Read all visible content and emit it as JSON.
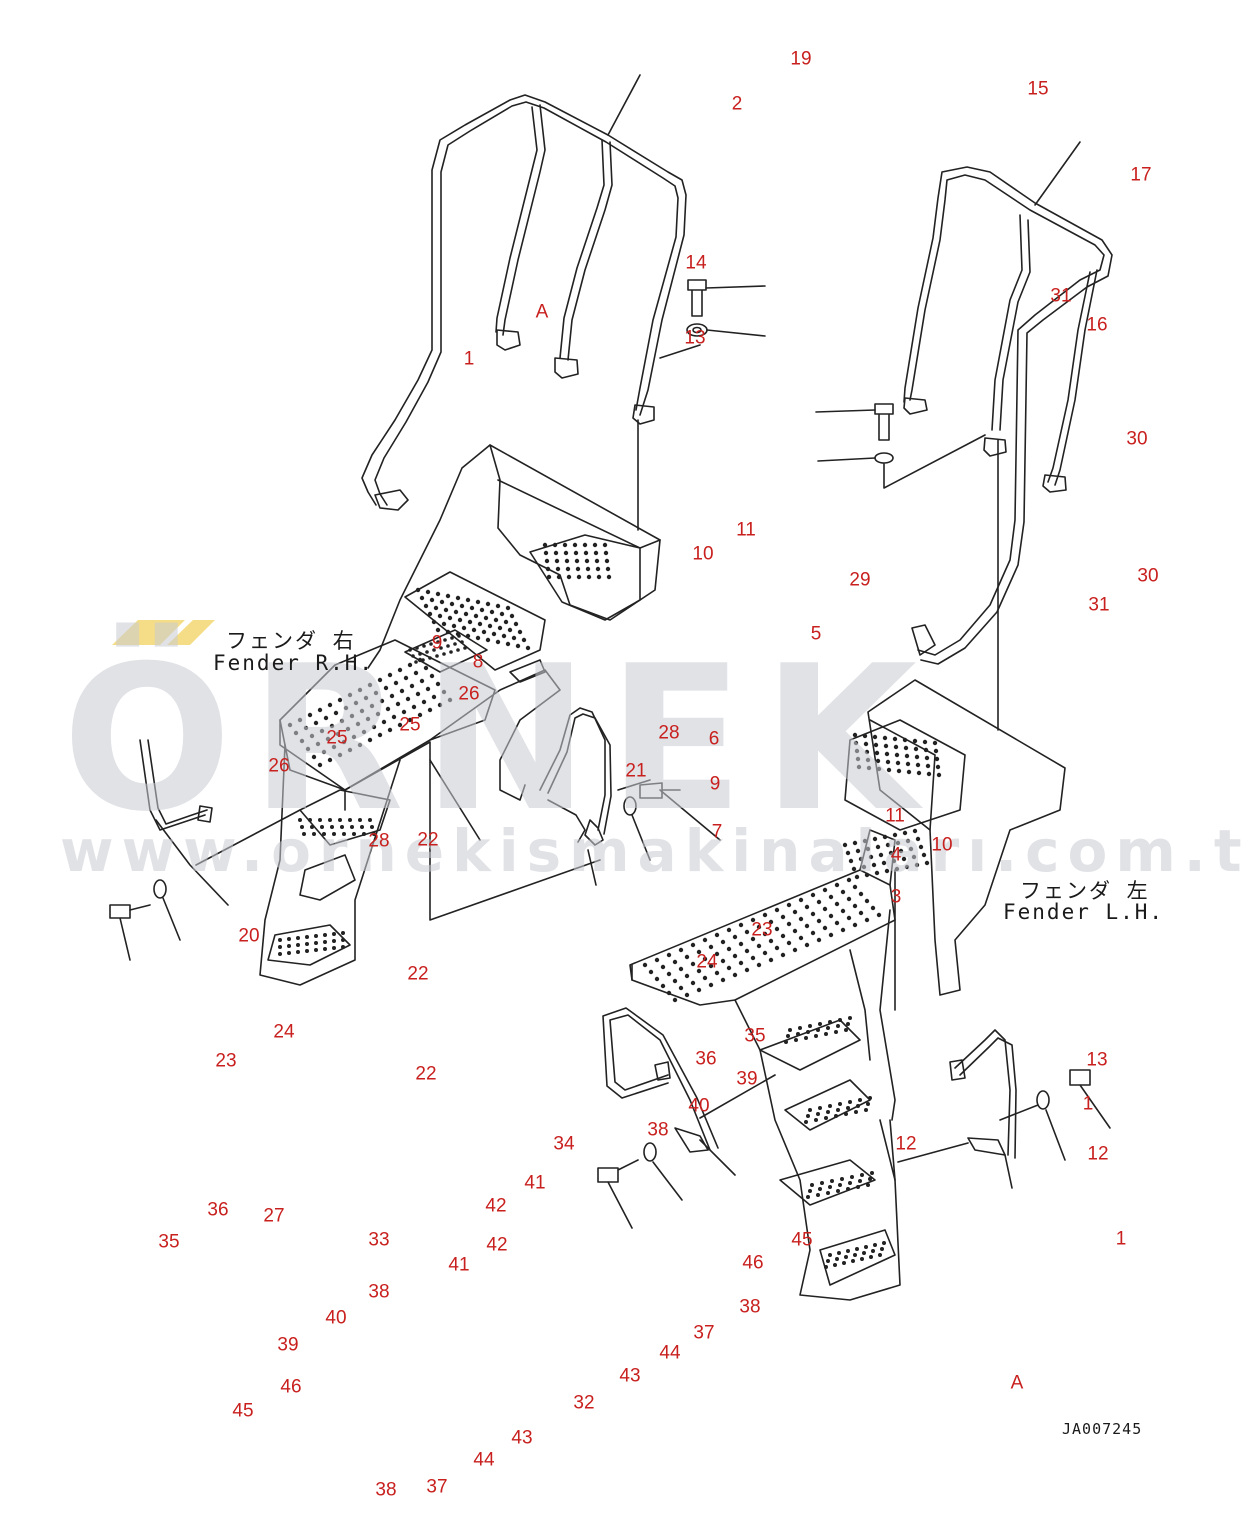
{
  "colors": {
    "line": "#222222",
    "callout": "#c8201e",
    "watermark": "#c9cbd3",
    "watermark_accent": "#f2d46a"
  },
  "labels": {
    "fender_rh_jp": "フェンダ 右",
    "fender_rh_en": "Fender R.H.",
    "fender_lh_jp": "フェンダ 左",
    "fender_lh_en": "Fender L.H.",
    "drawing_code": "JA007245"
  },
  "watermark": {
    "brand": "ÖRNEK",
    "url": "www.ornekismakinaları.com.tr"
  },
  "callouts": [
    "19",
    "2",
    "15",
    "17",
    "14",
    "A",
    "13",
    "1",
    "31",
    "16",
    "30",
    "11",
    "10",
    "29",
    "30",
    "31",
    "5",
    "9",
    "8",
    "26",
    "28",
    "6",
    "21",
    "9",
    "25",
    "25",
    "26",
    "7",
    "28",
    "22",
    "11",
    "4",
    "10",
    "3",
    "20",
    "23",
    "22",
    "24",
    "24",
    "23",
    "22",
    "35",
    "36",
    "39",
    "40",
    "13",
    "1",
    "38",
    "12",
    "12",
    "34",
    "41",
    "42",
    "36",
    "27",
    "42",
    "35",
    "33",
    "41",
    "45",
    "46",
    "1",
    "38",
    "40",
    "38",
    "37",
    "39",
    "46",
    "44",
    "43",
    "45",
    "32",
    "43",
    "A",
    "44",
    "38",
    "37"
  ]
}
